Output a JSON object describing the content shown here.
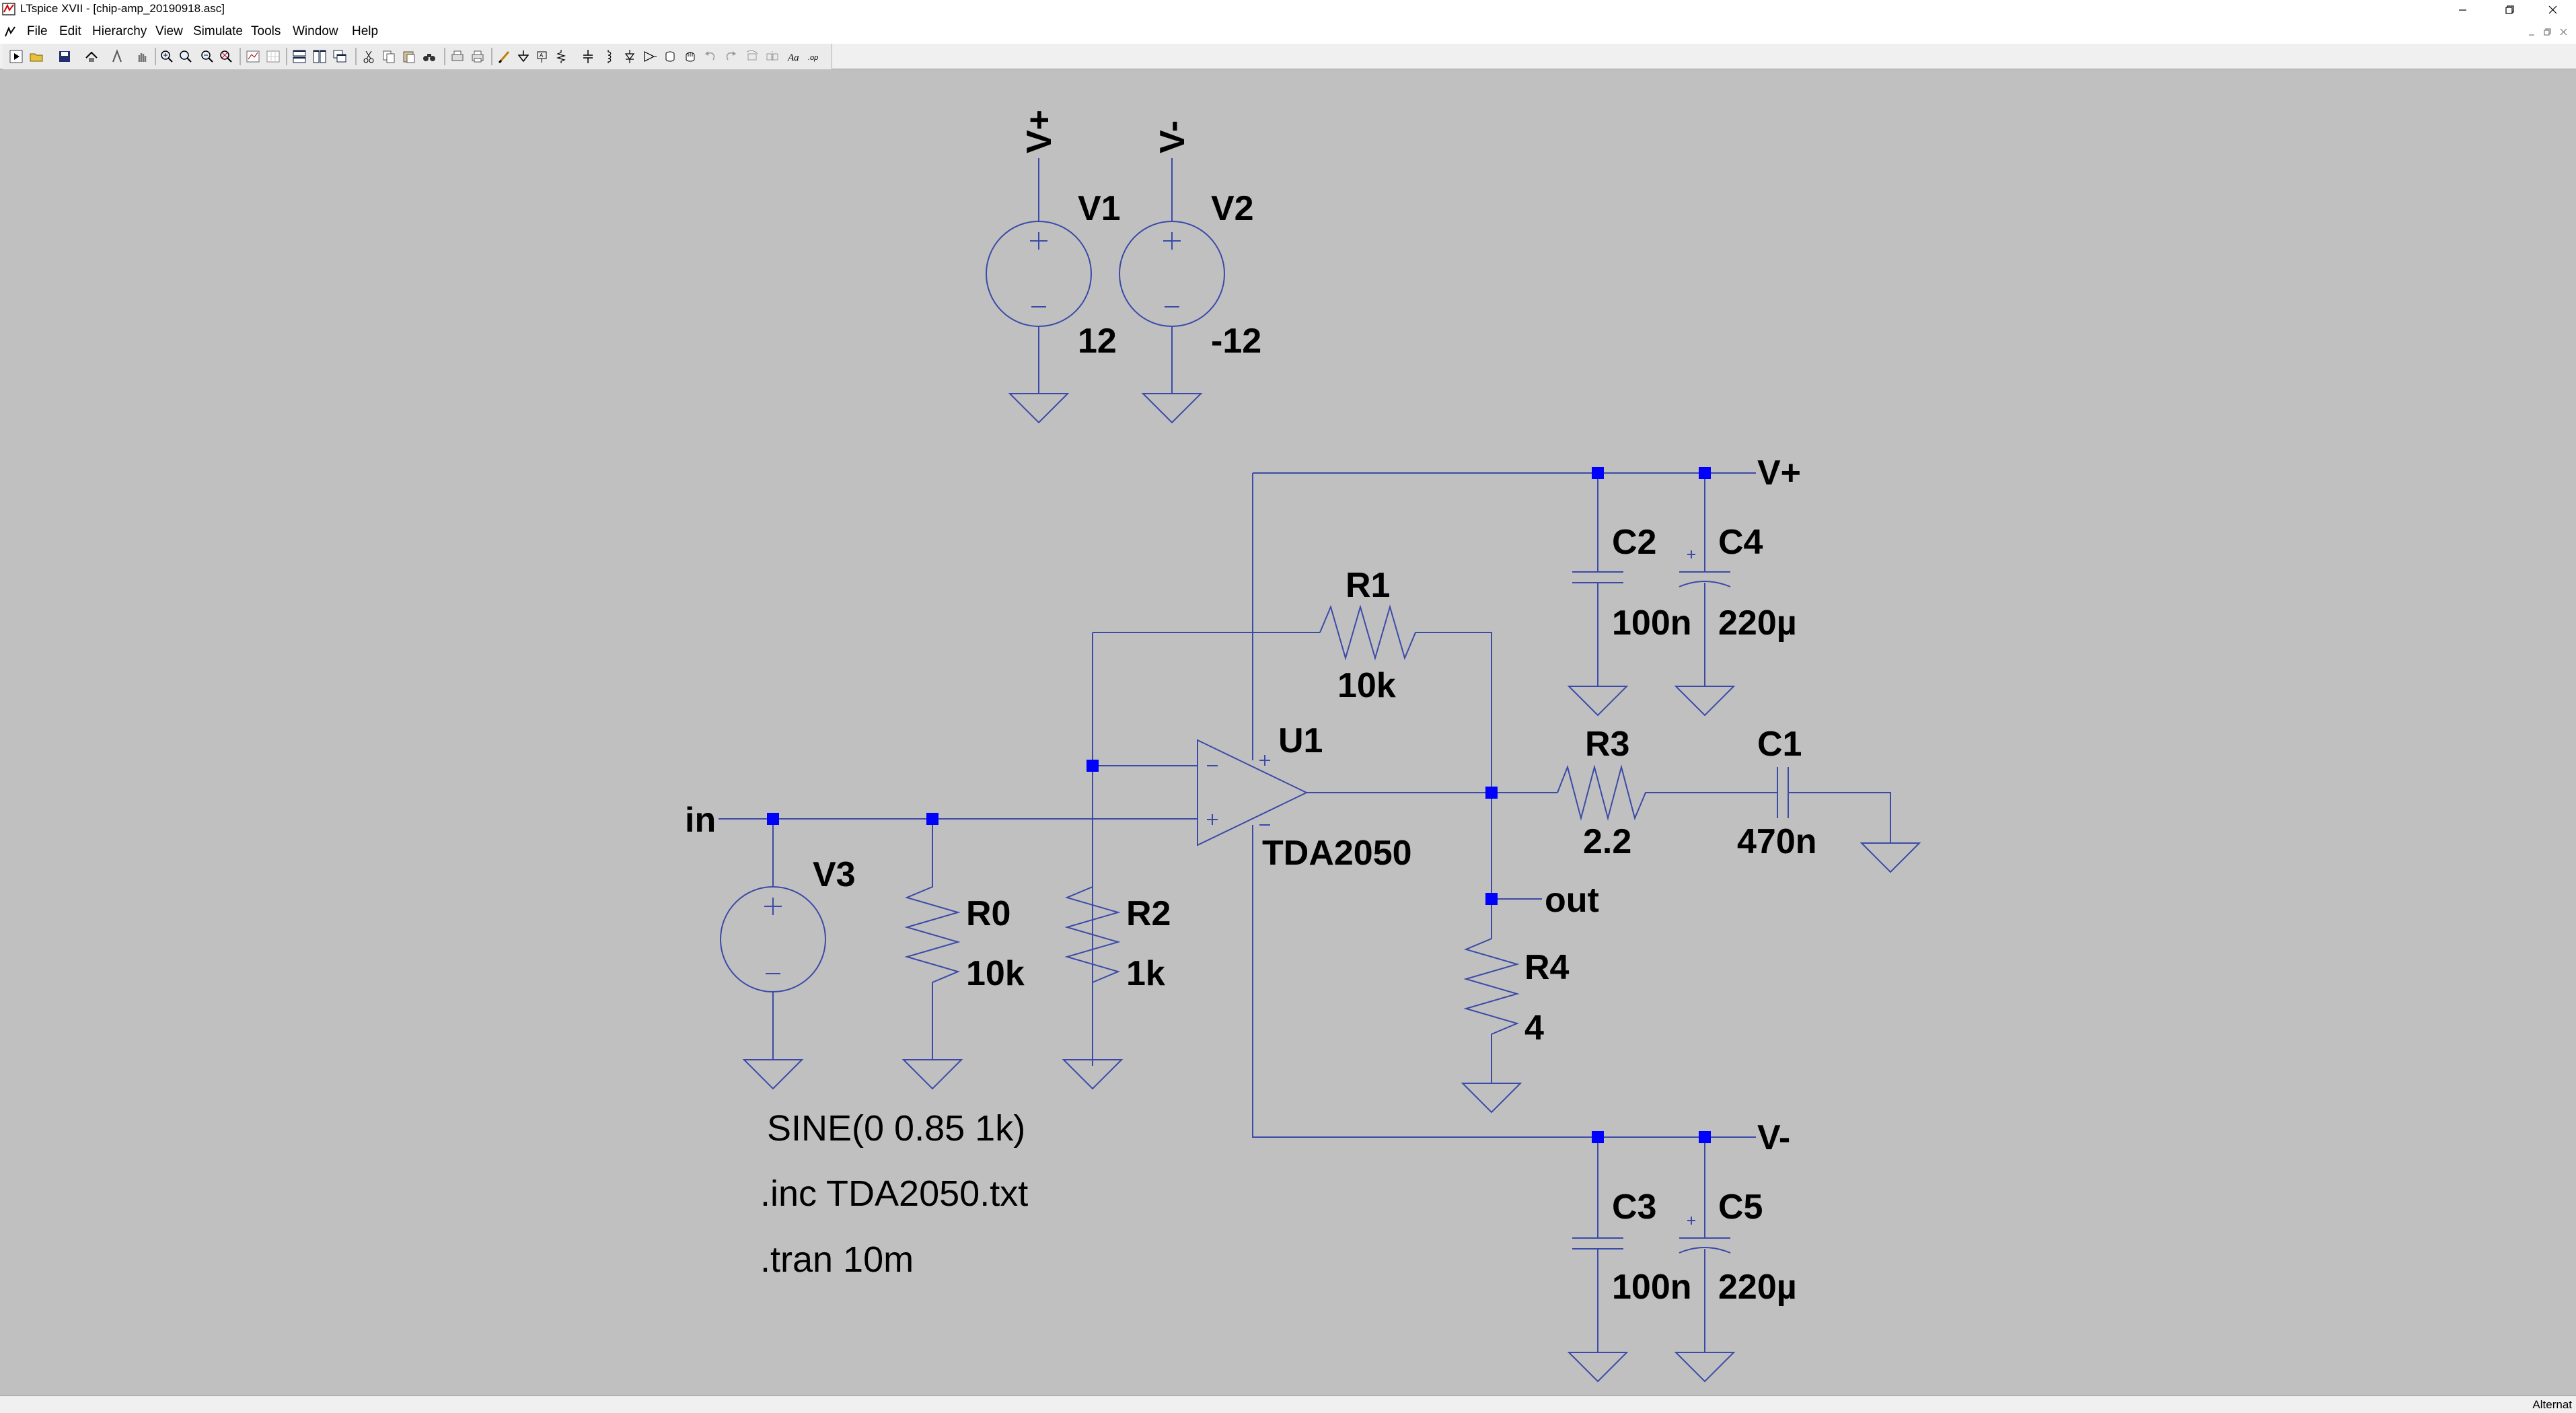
{
  "window": {
    "title": "LTspice XVII - [chip-amp_20190918.asc]"
  },
  "menubar": {
    "items": [
      "File",
      "Edit",
      "Hierarchy",
      "View",
      "Simulate",
      "Tools",
      "Window",
      "Help"
    ]
  },
  "toolbar": {
    "icons": [
      "run-icon",
      "open-icon",
      "save-icon",
      "control-panel-icon",
      "halt-icon",
      "zoom-in-icon",
      "pan-icon",
      "zoom-out-icon",
      "zoom-fit-icon",
      "autorange-icon",
      "tile-horizontal-icon",
      "tile-vertical-icon",
      "cascade-icon",
      "cut-icon",
      "copy-icon",
      "paste-icon",
      "find-icon",
      "print-icon",
      "wire-icon",
      "ground-icon",
      "label-net-icon",
      "resistor-icon",
      "capacitor-icon",
      "inductor-icon",
      "diode-icon",
      "component-icon",
      "move-icon",
      "drag-icon",
      "undo-icon",
      "redo-icon",
      "rotate-icon",
      "mirror-icon",
      "text-icon",
      "spice-directive-icon"
    ]
  },
  "colors": {
    "canvas": "#c0c0c0",
    "wire": "#3b4aa8",
    "junction": "#0000ff",
    "text": "#000000"
  },
  "schematic": {
    "supply_labels": {
      "vplus_top": "V+",
      "vminus_top": "V-",
      "vplus_rail": "V+",
      "vminus_rail": "V-"
    },
    "net_labels": {
      "in": "in",
      "out": "out"
    },
    "components": {
      "V1": {
        "name": "V1",
        "value": "12"
      },
      "V2": {
        "name": "V2",
        "value": "-12"
      },
      "V3": {
        "name": "V3",
        "value": "SINE(0 0.85 1k)"
      },
      "R0": {
        "name": "R0",
        "value": "10k"
      },
      "R1": {
        "name": "R1",
        "value": "10k"
      },
      "R2": {
        "name": "R2",
        "value": "1k"
      },
      "R3": {
        "name": "R3",
        "value": "2.2"
      },
      "R4": {
        "name": "R4",
        "value": "4"
      },
      "C1": {
        "name": "C1",
        "value": "470n"
      },
      "C2": {
        "name": "C2",
        "value": "100n"
      },
      "C3": {
        "name": "C3",
        "value": "100n"
      },
      "C4": {
        "name": "C4",
        "value": "220µ"
      },
      "C5": {
        "name": "C5",
        "value": "220µ"
      },
      "U1": {
        "name": "U1",
        "value": "TDA2050"
      }
    },
    "directives": {
      "include": ".inc TDA2050.txt",
      "tran": ".tran 10m"
    }
  },
  "statusbar": {
    "text": "Alternat"
  }
}
